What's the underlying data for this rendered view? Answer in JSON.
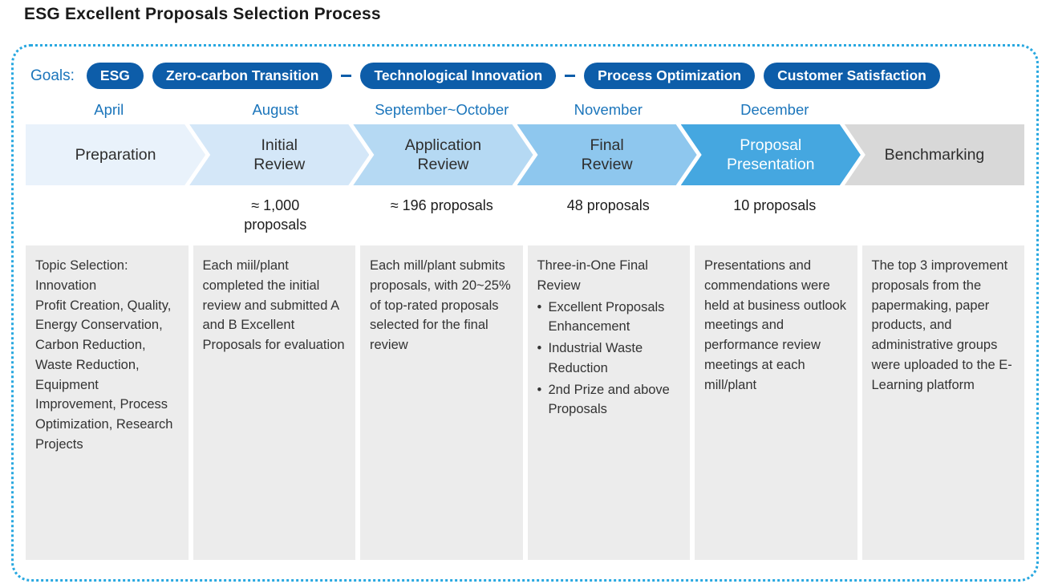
{
  "title": "ESG Excellent Proposals Selection Process",
  "goals": {
    "label": "Goals:",
    "pills": [
      "ESG",
      "Zero-carbon Transition",
      "Technological Innovation",
      "Process Optimization",
      "Customer Satisfaction"
    ]
  },
  "months": [
    "April",
    "August",
    "September~October",
    "November",
    "December",
    ""
  ],
  "stages": [
    {
      "label": "Preparation",
      "color": "#e9f2fb",
      "text_color": "#2e2e2e"
    },
    {
      "label": "Initial\nReview",
      "color": "#d4e7f8",
      "text_color": "#2e2e2e"
    },
    {
      "label": "Application\nReview",
      "color": "#b5d9f3",
      "text_color": "#2e2e2e"
    },
    {
      "label": "Final\nReview",
      "color": "#8ec7ee",
      "text_color": "#2e2e2e"
    },
    {
      "label": "Proposal\nPresentation",
      "color": "#45a7e0",
      "text_color": "#ffffff"
    },
    {
      "label": "Benchmarking",
      "color": "#d8d8d8",
      "text_color": "#2e2e2e"
    }
  ],
  "counts": [
    "",
    "≈ 1,000\nproposals",
    "≈ 196 proposals",
    "48 proposals",
    "10 proposals",
    ""
  ],
  "columns": [
    {
      "text": "Topic Selection:\nInnovation\nProfit Creation, Quality, Energy Conservation, Carbon Reduction, Waste Reduction, Equipment Improvement, Process Optimization, Research Projects"
    },
    {
      "text": "Each miil/plant completed the initial review and submitted A and B Excellent Proposals for evaluation"
    },
    {
      "text": "Each mill/plant submits proposals, with 20~25% of top-rated proposals selected for the final review"
    },
    {
      "text": "Three-in-One Final Review",
      "bullets": [
        "Excellent Proposals Enhancement",
        "Industrial Waste Reduction",
        "2nd Prize and above Proposals"
      ]
    },
    {
      "text": "Presentations and commendations were held at business outlook meetings and performance review meetings at each mill/plant"
    },
    {
      "text": "The top 3 improvement proposals from the papermaking, paper products, and administrative groups were uploaded to the E-Learning platform"
    }
  ],
  "colors": {
    "accent_blue": "#1b75bb",
    "pill_blue": "#0d5da9",
    "dotted_border": "#29a8e0",
    "box_background": "#ececec"
  }
}
